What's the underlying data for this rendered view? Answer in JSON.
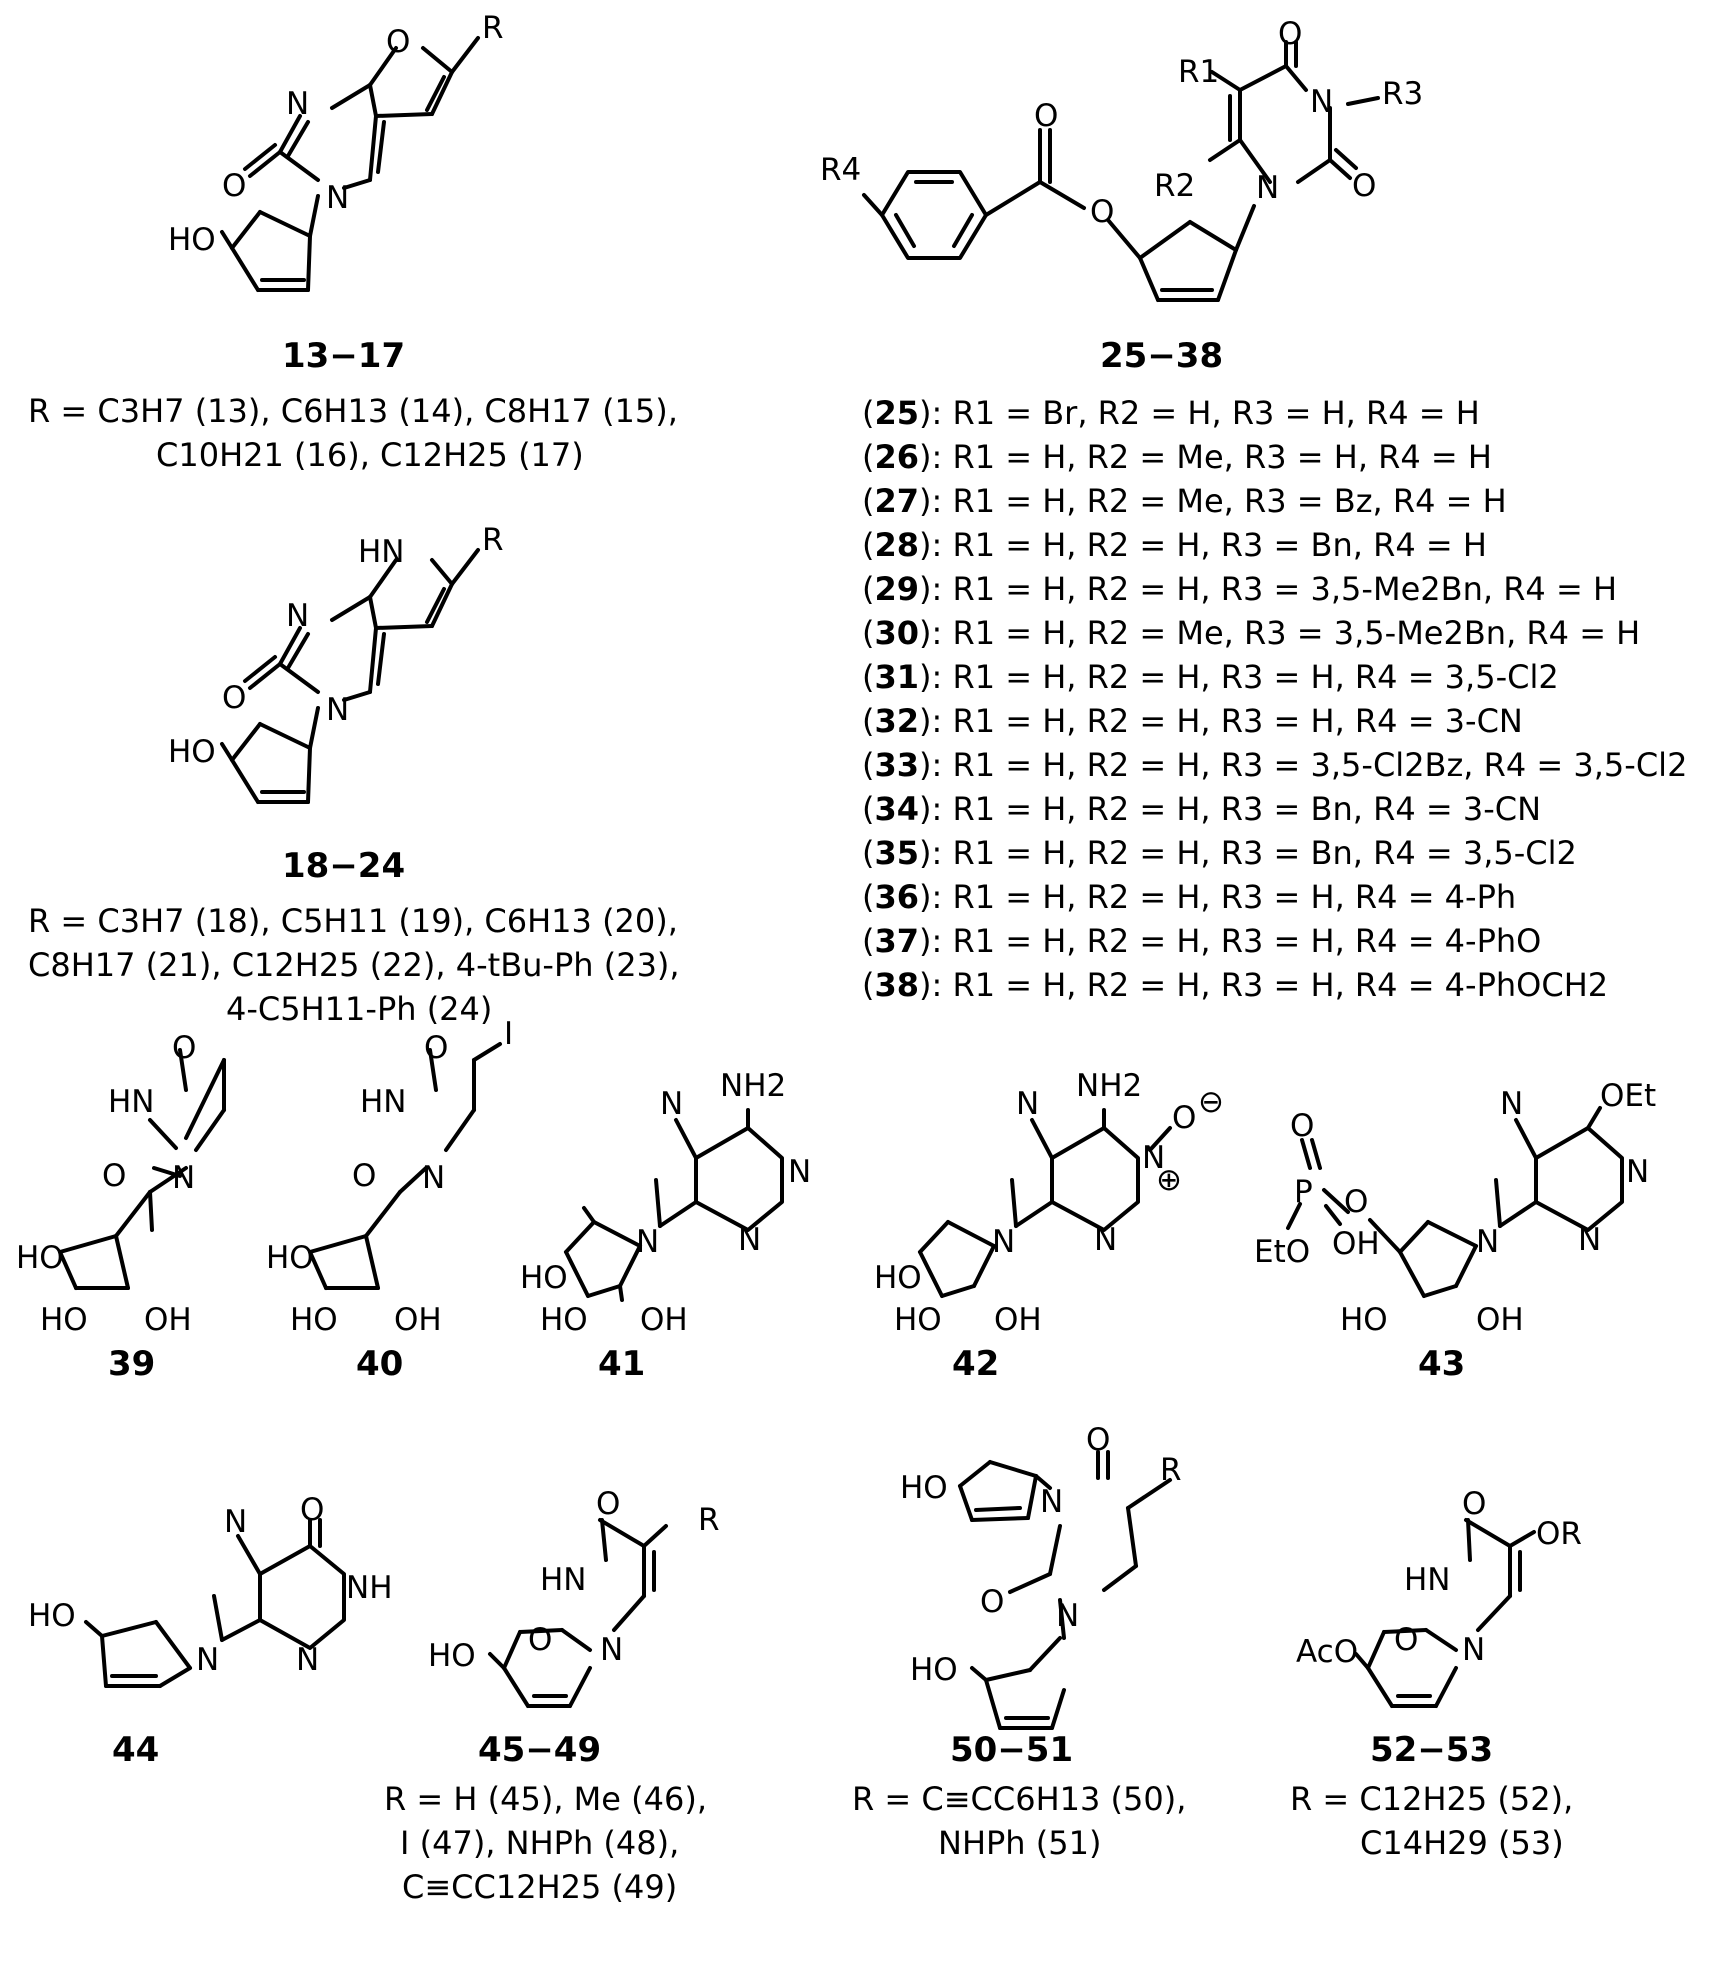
{
  "compound_groups": [
    {
      "id": "g13",
      "label": "13−17",
      "lines": [
        "R = C3H7 (13), C6H13 (14), C8H17 (15),",
        "C10H21 (16), C12H25 (17)"
      ]
    },
    {
      "id": "g18",
      "label": "18−24",
      "lines": [
        "R = C3H7 (18), C5H11 (19), C6H13 (20),",
        "C8H17 (21), C12H25 (22), 4-tBu-Ph (23),",
        "4-C5H11-Ph (24)"
      ]
    },
    {
      "id": "g25",
      "label": "25−38"
    },
    {
      "id": "g39",
      "label": "39"
    },
    {
      "id": "g40",
      "label": "40"
    },
    {
      "id": "g41",
      "label": "41"
    },
    {
      "id": "g42",
      "label": "42"
    },
    {
      "id": "g43",
      "label": "43"
    },
    {
      "id": "g44",
      "label": "44"
    },
    {
      "id": "g45",
      "label": "45−49",
      "lines": [
        "R = H (45), Me (46),",
        "I (47), NHPh (48),",
        "C≡CC12H25 (49)"
      ]
    },
    {
      "id": "g50",
      "label": "50−51",
      "lines": [
        "R = C≡CC6H13 (50),",
        "NHPh (51)"
      ]
    },
    {
      "id": "g52",
      "label": "52−53",
      "lines": [
        "R = C12H25 (52),",
        "C14H29 (53)"
      ]
    }
  ],
  "substituent_table": [
    {
      "cmpd": "25",
      "text": ": R1 = Br, R2 = H, R3 = H, R4 = H"
    },
    {
      "cmpd": "26",
      "text": ": R1 = H, R2 = Me, R3 = H, R4 = H"
    },
    {
      "cmpd": "27",
      "text": ": R1 = H, R2 = Me, R3 = Bz, R4 = H"
    },
    {
      "cmpd": "28",
      "text": ": R1 = H, R2 = H, R3 = Bn, R4 = H"
    },
    {
      "cmpd": "29",
      "text": ": R1 = H, R2 = H, R3 = 3,5-Me2Bn, R4 = H"
    },
    {
      "cmpd": "30",
      "text": ": R1 = H, R2 = Me, R3 = 3,5-Me2Bn, R4 = H"
    },
    {
      "cmpd": "31",
      "text": ": R1 = H, R2 = H, R3 = H, R4 = 3,5-Cl2"
    },
    {
      "cmpd": "32",
      "text": ": R1 = H, R2 = H, R3 = H, R4 = 3-CN"
    },
    {
      "cmpd": "33",
      "text": ": R1 = H, R2 = H, R3 = 3,5-Cl2Bz, R4 = 3,5-Cl2"
    },
    {
      "cmpd": "34",
      "text": ": R1 = H, R2 = H, R3 = Bn, R4 = 3-CN"
    },
    {
      "cmpd": "35",
      "text": ": R1 = H, R2 = H, R3 = Bn, R4 = 3,5-Cl2"
    },
    {
      "cmpd": "36",
      "text": ": R1 = H, R2 = H, R3 = H, R4 = 4-Ph"
    },
    {
      "cmpd": "37",
      "text": ": R1 = H, R2 = H, R3 = H, R4 = 4-PhO"
    },
    {
      "cmpd": "38",
      "text": ": R1 = H, R2 = H, R3 = H, R4 = 4-PhOCH2"
    }
  ],
  "atom_labels": {
    "O": "O",
    "N": "N",
    "HN": "HN",
    "NH": "NH",
    "HO": "HO",
    "OH": "OH",
    "R": "R",
    "R1": "R1",
    "R2": "R2",
    "R3": "R3",
    "R4": "R4",
    "NH2": "NH2",
    "I": "I",
    "P": "P",
    "EtO": "EtO",
    "OEt": "OEt",
    "AcO": "AcO",
    "OR": "OR",
    "minus": "⊖",
    "plus": "⊕"
  }
}
